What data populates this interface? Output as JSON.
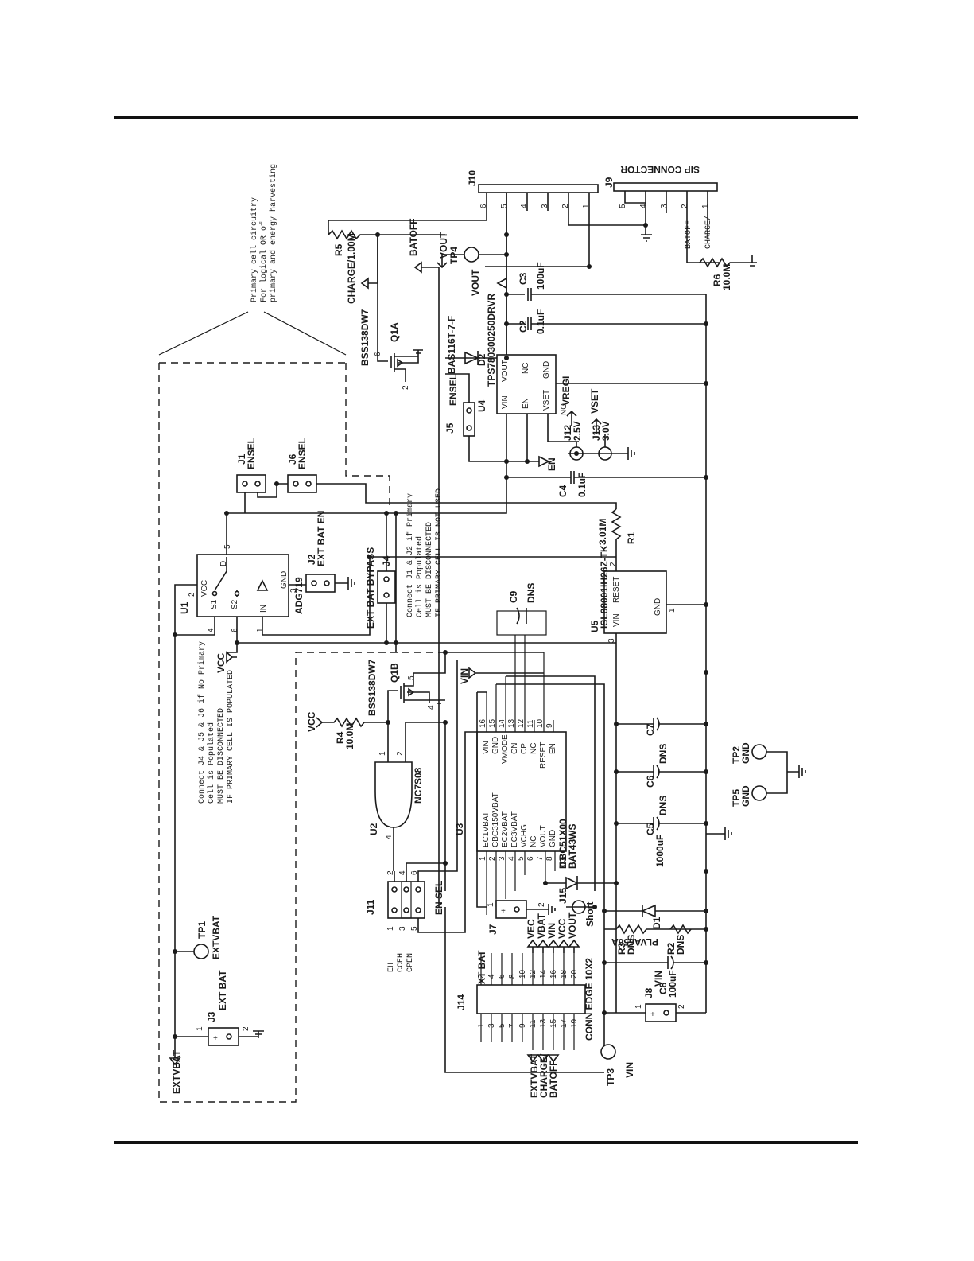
{
  "notes": {
    "primary_cell": [
      "Primary cell circuitry",
      "For logical OR of",
      "primary and energy harvesting"
    ],
    "j4_j5_j6": [
      "Connect J4 & J5 & J6 if No Primary",
      "Cell is Populated",
      "MUST BE DISCONNECTED",
      "IF PRIMARY CELL IS POPULATED"
    ],
    "j1_j2": [
      "Connect J1 & J2 if Primary",
      "Cell is Populated",
      "MUST BE DISCONNECTED",
      "IF PRIMARY CELL IS NOT USED"
    ]
  },
  "connectors": {
    "sip": "SIP CONNECTOR",
    "j10": "J10",
    "j9": "J9",
    "j10_pins": [
      "6",
      "5",
      "4",
      "3",
      "2",
      "1"
    ],
    "j9_pins": [
      "5",
      "4",
      "3",
      "2",
      "1"
    ],
    "j14": "J14",
    "j14_name": "CONN EDGE 10X2",
    "j14_even": [
      "2",
      "4",
      "6",
      "8",
      "10",
      "12",
      "14",
      "16",
      "18",
      "20"
    ],
    "j14_odd": [
      "1",
      "3",
      "5",
      "7",
      "9",
      "11",
      "13",
      "15",
      "17",
      "19"
    ]
  },
  "nets": {
    "vout": "VOUT",
    "batoff": "BATOFF",
    "charge": "CHARGE/",
    "vcc": "VCC",
    "vin": "VIN",
    "en": "EN",
    "vregi": "VREGI",
    "vset": "VSET",
    "extvbat": "EXTVBAT",
    "vec": "VEC",
    "vbat": "VBAT",
    "charge_batoff": [
      "CHARGE/",
      "BATOFF"
    ]
  },
  "parts": {
    "r5": "R5",
    "r5_val": "CHARGE/1.00M",
    "r6": "R6",
    "r6_val": "10.0M",
    "r1": "R1",
    "r1_val": "3.01M",
    "r4": "R4",
    "r4_val": "10.0M",
    "r3": "R3",
    "r3_val": "DNS",
    "r2": "R2",
    "r2_val": "DNS",
    "c3": "C3",
    "c3_val": "100uF",
    "c2": "C2",
    "c2_val": "0.1uF",
    "c4": "C4",
    "c4_val": "0.1uF",
    "c9": "C9",
    "c9_val": "DNS",
    "c7": "C7",
    "c6": "C6",
    "c6_val": "DNS",
    "c5": "C5",
    "c5_val": "1000uF",
    "c5_dns": "DNS",
    "c8": "C8",
    "c8_val": "100uF",
    "q1a": "Q1A",
    "q1b": "Q1B",
    "bss": "BSS138DW7",
    "d2": "D2",
    "d2_part": "BAS116T-7-F",
    "d3": "D3",
    "d3_part": "BAT43WS",
    "d1": "D1",
    "d1_part": "PLVA656A",
    "u4": "U4",
    "u4_part": "TPS780300250DRVR",
    "u4_pins": [
      "VIN",
      "EN",
      "VSET",
      "VOUT",
      "NC",
      "GND"
    ],
    "u1": "U1",
    "u1_part": "ADG719",
    "u1_pins": [
      "VCC",
      "S1",
      "S2",
      "D",
      "IN",
      "GND"
    ],
    "u5": "U5",
    "u5_part": "ISL88001IH26Z-TK",
    "u5_pins": [
      "VIN",
      "RESET",
      "GND"
    ],
    "u2": "U2",
    "u2_part": "NC7S08",
    "u3": "U3",
    "u3_part": "CBC51X00",
    "u3_left": [
      "EC1VBAT",
      "CBC3150VBAT",
      "EC2VBAT",
      "EC3VBAT",
      "VCHG",
      "NC",
      "VOUT",
      "GND"
    ],
    "u3_right": [
      "VIN",
      "GND",
      "VMODE",
      "CN",
      "CP",
      "NC",
      "RESET",
      "EN"
    ],
    "u3_pins_left": [
      "1",
      "2",
      "3",
      "4",
      "5",
      "6",
      "7",
      "8"
    ],
    "u3_pins_right": [
      "16",
      "15",
      "14",
      "13",
      "12",
      "11",
      "10",
      "9"
    ]
  },
  "jumpers": {
    "j1": "J1",
    "j1_name": "ENSEL",
    "j6": "J6",
    "j6_name": "ENSEL",
    "j5": "J5",
    "j5_name": "ENSEL",
    "j2": "J2",
    "j2_name": "EXT BAT EN",
    "j4": "J4",
    "j4_name": "EXT BAT BYPASS",
    "j12": "J12",
    "j12_val": "2.5V",
    "j13": "J13",
    "j13_val": "3.0V",
    "j11": "J11",
    "j11_name": "EN SEL",
    "j11_labels": [
      "EH",
      "CCEH",
      "CPEN"
    ],
    "j3": "J3",
    "j3_name": "EXT BAT",
    "j7": "J7",
    "j7_name": "EXT BAT",
    "j15": "J15",
    "j15_val": "Short",
    "j8": "J8",
    "j8_name": "VIN"
  },
  "testpoints": {
    "tp1": "TP1",
    "tp1_net": "EXTVBAT",
    "tp2": "TP2",
    "tp2_net": "GND",
    "tp3": "TP3",
    "tp3_net": "VIN",
    "tp4": "TP4",
    "tp4_net": "VOUT",
    "tp5": "TP5",
    "tp5_net": "GND"
  }
}
